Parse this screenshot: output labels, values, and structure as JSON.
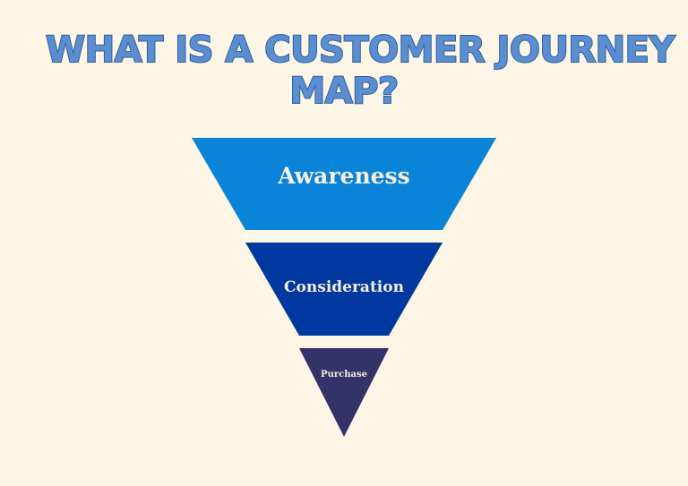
{
  "colors": {
    "background": "#fdf5e6",
    "title_fill": "#5b8ed0",
    "title_stroke": "#2f5f9e",
    "label_text": "#f6eede"
  },
  "header": {
    "title_line_1": "WHAT IS A CUSTOMER JOURNEY",
    "title_line_2": "MAP?"
  },
  "funnel": {
    "stages": [
      {
        "label": "Awareness",
        "color": "#0a84d8"
      },
      {
        "label": "Consideration",
        "color": "#0138a0"
      },
      {
        "label": "Purchase",
        "color": "#333269"
      }
    ]
  }
}
